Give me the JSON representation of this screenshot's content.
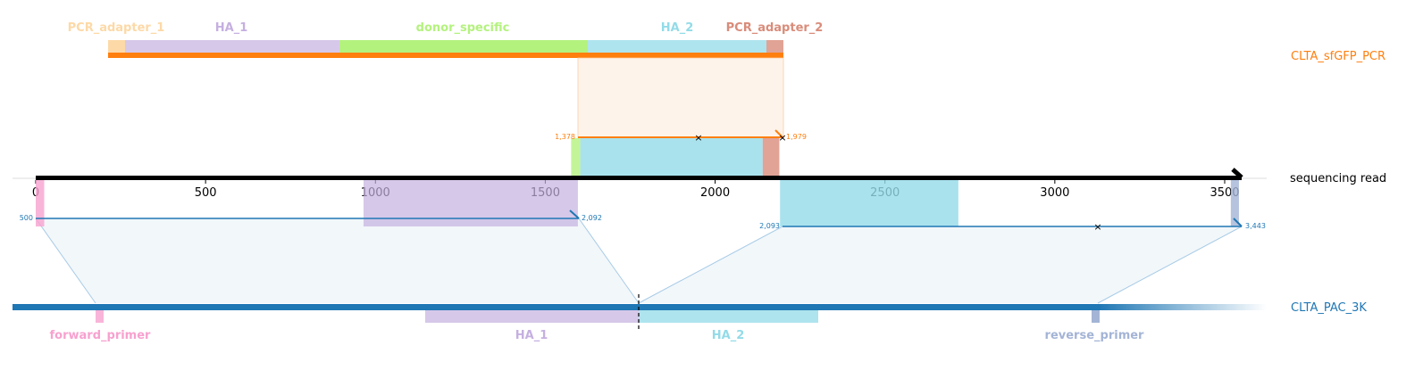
{
  "colors": {
    "pcr_ref": "#ff7f0e",
    "pac_ref": "#1f77b4",
    "read_axis": "#000000",
    "pcr_adapter_1": "#fdd9a7",
    "pcr_adapter_2": "#d98c7a",
    "ha_1": "#c5b0e0",
    "ha_2": "#93dbe8",
    "donor_specific": "#b4f27e",
    "forward_primer": "#f7a1cf",
    "reverse_primer": "#a4b4d6",
    "pcr_alignment_fill": "#fdf0e4",
    "pac_alignment_fill": "#e6f0f6"
  },
  "references": {
    "top": {
      "name": "CLTA_sfGFP_PCR",
      "features": [
        {
          "key": "pcr_adapter_1",
          "label": "PCR_adapter_1"
        },
        {
          "key": "ha_1",
          "label": "HA_1"
        },
        {
          "key": "donor_specific",
          "label": "donor_specific"
        },
        {
          "key": "ha_2",
          "label": "HA_2"
        },
        {
          "key": "pcr_adapter_2",
          "label": "PCR_adapter_2"
        }
      ]
    },
    "bottom": {
      "name": "CLTA_PAC_3K",
      "features": [
        {
          "key": "forward_primer",
          "label": "forward_primer"
        },
        {
          "key": "ha_1",
          "label": "HA_1"
        },
        {
          "key": "ha_2",
          "label": "HA_2"
        },
        {
          "key": "reverse_primer",
          "label": "reverse_primer"
        }
      ]
    }
  },
  "read": {
    "name": "sequencing read",
    "ticks": [
      "0",
      "500",
      "1000",
      "1500",
      "2000",
      "2500",
      "3000",
      "3500"
    ],
    "tick_values": [
      0,
      500,
      1000,
      1500,
      2000,
      2500,
      3000,
      3500
    ],
    "xlim": [
      0,
      3550
    ]
  },
  "alignments": {
    "top": [
      {
        "start": 1576,
        "end": 2189,
        "start_label": "1,378",
        "end_label": "1,979",
        "mismatch_at": 1950
      }
    ],
    "bottom": [
      {
        "start": 0,
        "end": 1596,
        "start_label": "500",
        "end_label": "2,092"
      },
      {
        "start": 2191,
        "end": 3542,
        "start_label": "2,093",
        "end_label": "3,443",
        "mismatch_at": 3117
      }
    ]
  },
  "read_features": {
    "top": [
      {
        "key": "donor_specific",
        "start": 1576,
        "end": 1603
      },
      {
        "key": "ha_2",
        "start": 1603,
        "end": 2140
      },
      {
        "key": "pcr_adapter_2",
        "start": 2140,
        "end": 2189
      }
    ],
    "bottom": [
      {
        "key": "forward_primer",
        "start": 0,
        "end": 25
      },
      {
        "key": "ha_1",
        "start": 965,
        "end": 1596
      },
      {
        "key": "ha_2",
        "start": 2191,
        "end": 2716
      },
      {
        "key": "reverse_primer",
        "start": 3518,
        "end": 3542
      }
    ]
  }
}
